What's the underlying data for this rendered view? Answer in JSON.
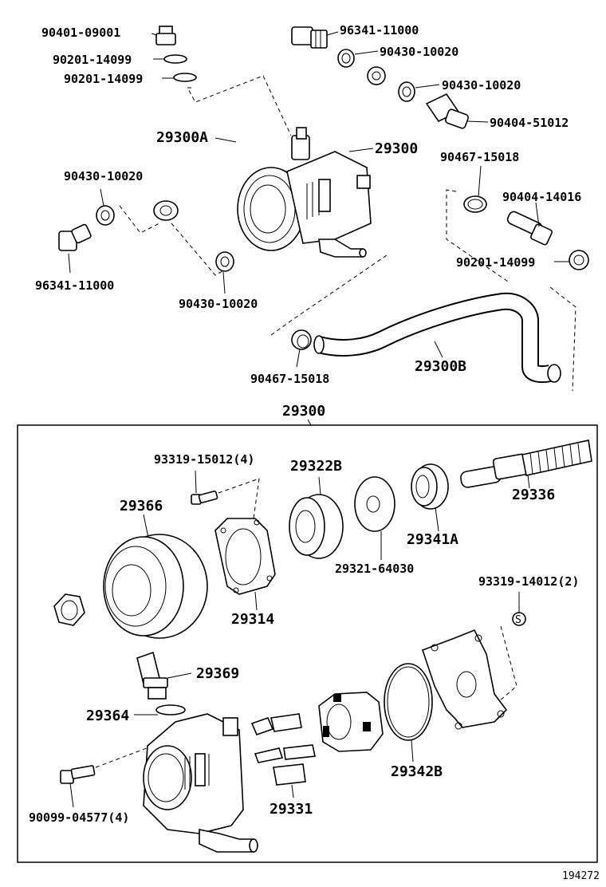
{
  "labels": {
    "l01": "90401-09001",
    "l02": "90201-14099",
    "l03": "90201-14099",
    "l04": "96341-11000",
    "l05": "90430-10020",
    "l06": "90430-10020",
    "l07": "90404-51012",
    "l08": "29300A",
    "l09": "29300",
    "l10": "90467-15018",
    "l11": "90430-10020",
    "l12": "90404-14016",
    "l13": "90201-14099",
    "l14": "96341-11000",
    "l15": "90430-10020",
    "l16": "90467-15018",
    "l17": "29300B",
    "l18": "29300",
    "l19": "93319-15012(4)",
    "l20": "29322B",
    "l21": "29336",
    "l22": "29366",
    "l23": "29341A",
    "l24": "29321-64030",
    "l25": "93319-14012(2)",
    "l26": "29314",
    "l27": "29369",
    "l28": "29364",
    "l29": "29342B",
    "l30": "90099-04577(4)",
    "l31": "29331",
    "l32": "194272"
  },
  "symbols": {
    "circled_s": "S"
  }
}
